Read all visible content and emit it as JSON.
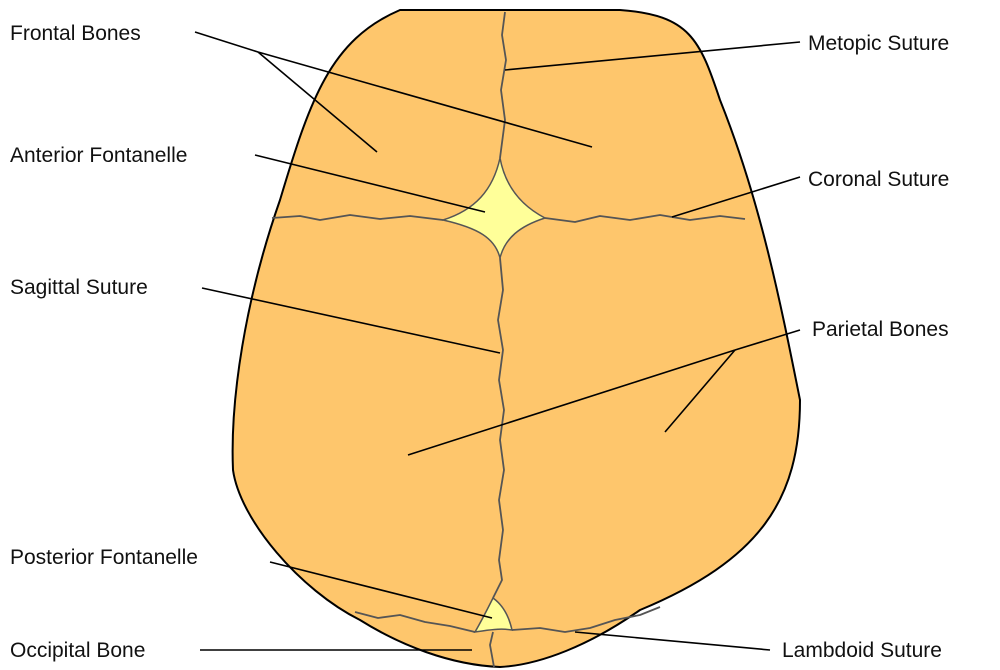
{
  "labels": {
    "frontal_bones": "Frontal Bones",
    "anterior_fontanelle": "Anterior Fontanelle",
    "sagittal_suture": "Sagittal Suture",
    "posterior_fontanelle": "Posterior Fontanelle",
    "occipital_bone": "Occipital Bone",
    "metopic_suture": "Metopic Suture",
    "coronal_suture": "Coronal Suture",
    "parietal_bones": "Parietal Bones",
    "lambdoid_suture": "Lambdoid Suture"
  },
  "colors": {
    "bone": "#fec66c",
    "fontanelle": "#ffff99",
    "outline": "#000000",
    "suture": "#555555",
    "background": "#ffffff"
  }
}
